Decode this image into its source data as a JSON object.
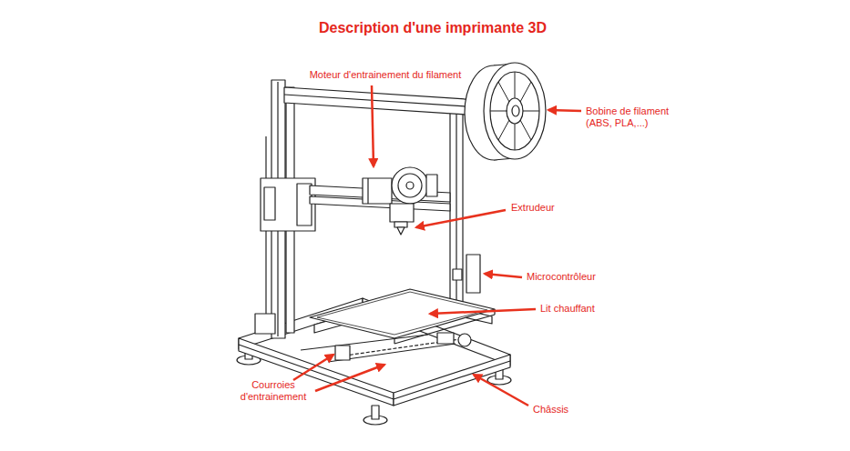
{
  "diagram": {
    "title": "Description d'une imprimante 3D",
    "labels": [
      "Moteur d'entrainement du filament",
      "Bobine de filament (ABS, PLA,...)",
      "Extrudeur",
      "Microcontrôleur",
      "Lit chauffant",
      "Courroies d'entrainement",
      "Châssis"
    ]
  }
}
